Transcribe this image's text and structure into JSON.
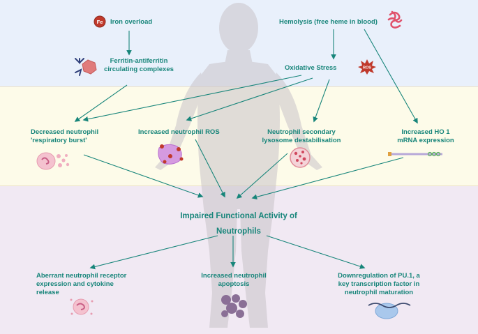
{
  "diagram": {
    "badges": {
      "fe": "Fe",
      "ros": "ROS"
    },
    "nodes": {
      "iron_overload": "Iron overload",
      "hemolysis": "Hemolysis (free heme in blood)",
      "ferritin_complexes_line1": "Ferritin-antiferritin",
      "ferritin_complexes_line2": "circulating complexes",
      "oxidative_stress": "Oxidative Stress",
      "decreased_burst_line1": "Decreased neutrophil",
      "decreased_burst_line2": "'respiratory burst'",
      "increased_ros": "Increased neutrophil ROS",
      "lysosome_line1": "Neutrophil secondary",
      "lysosome_line2": "lysosome destabilisation",
      "ho1_line1": "Increased HO 1",
      "ho1_line2": "mRNA expression",
      "central_line1": "Impaired Functional Activity of",
      "central_line2": "Neutrophils",
      "receptor_line1": "Aberrant neutrophil receptor",
      "receptor_line2": "expression and  cytokine",
      "receptor_line3": "release",
      "apoptosis_line1": "Increased neutrophil",
      "apoptosis_line2": "apoptosis",
      "pu1_line1": "Downregulation of PU.1, a",
      "pu1_line2": "key transcription factor in",
      "pu1_line3": "neutrophil maturation"
    },
    "colors": {
      "band_top": "#e9f0fb",
      "band_middle": "#fdfbe9",
      "band_bottom": "#f1e9f3",
      "text_arrow": "#17857a",
      "fe_badge": "#c0392b",
      "ros_badge": "#c0392b"
    },
    "icons": [
      "fe-badge-icon",
      "heme-protein-icon",
      "antibody-ferritin-icon",
      "ros-burst-icon",
      "neutrophil-icon",
      "ros-neutrophil-icon",
      "lysosome-neutrophil-icon",
      "mrna-strand-icon",
      "apoptotic-neutrophil-icon",
      "dna-transcription-icon",
      "human-silhouette-icon"
    ]
  }
}
